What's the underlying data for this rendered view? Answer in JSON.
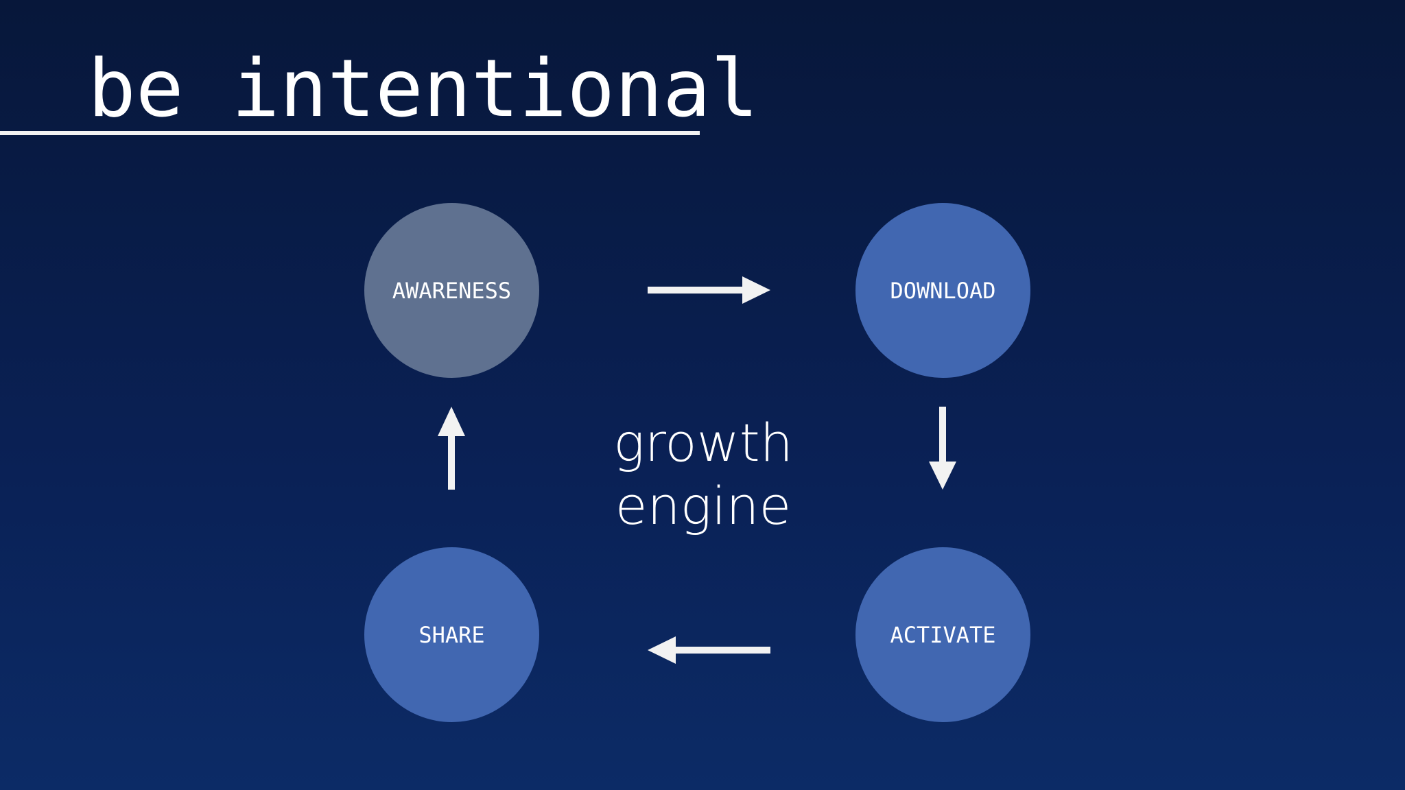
{
  "slide": {
    "title": "be intentional"
  },
  "diagram": {
    "center_label": [
      "growth",
      "engine"
    ],
    "nodes": [
      {
        "label": "AWARENESS",
        "state": "current"
      },
      {
        "label": "DOWNLOAD",
        "state": "default"
      },
      {
        "label": "ACTIVATE",
        "state": "default"
      },
      {
        "label": "SHARE",
        "state": "default"
      }
    ],
    "colors": {
      "current_node": "#5f7190",
      "default_node": "#4167b1",
      "arrow": "#f2f2f2",
      "background_top": "#07173a",
      "background_bottom": "#0c2b66"
    }
  }
}
